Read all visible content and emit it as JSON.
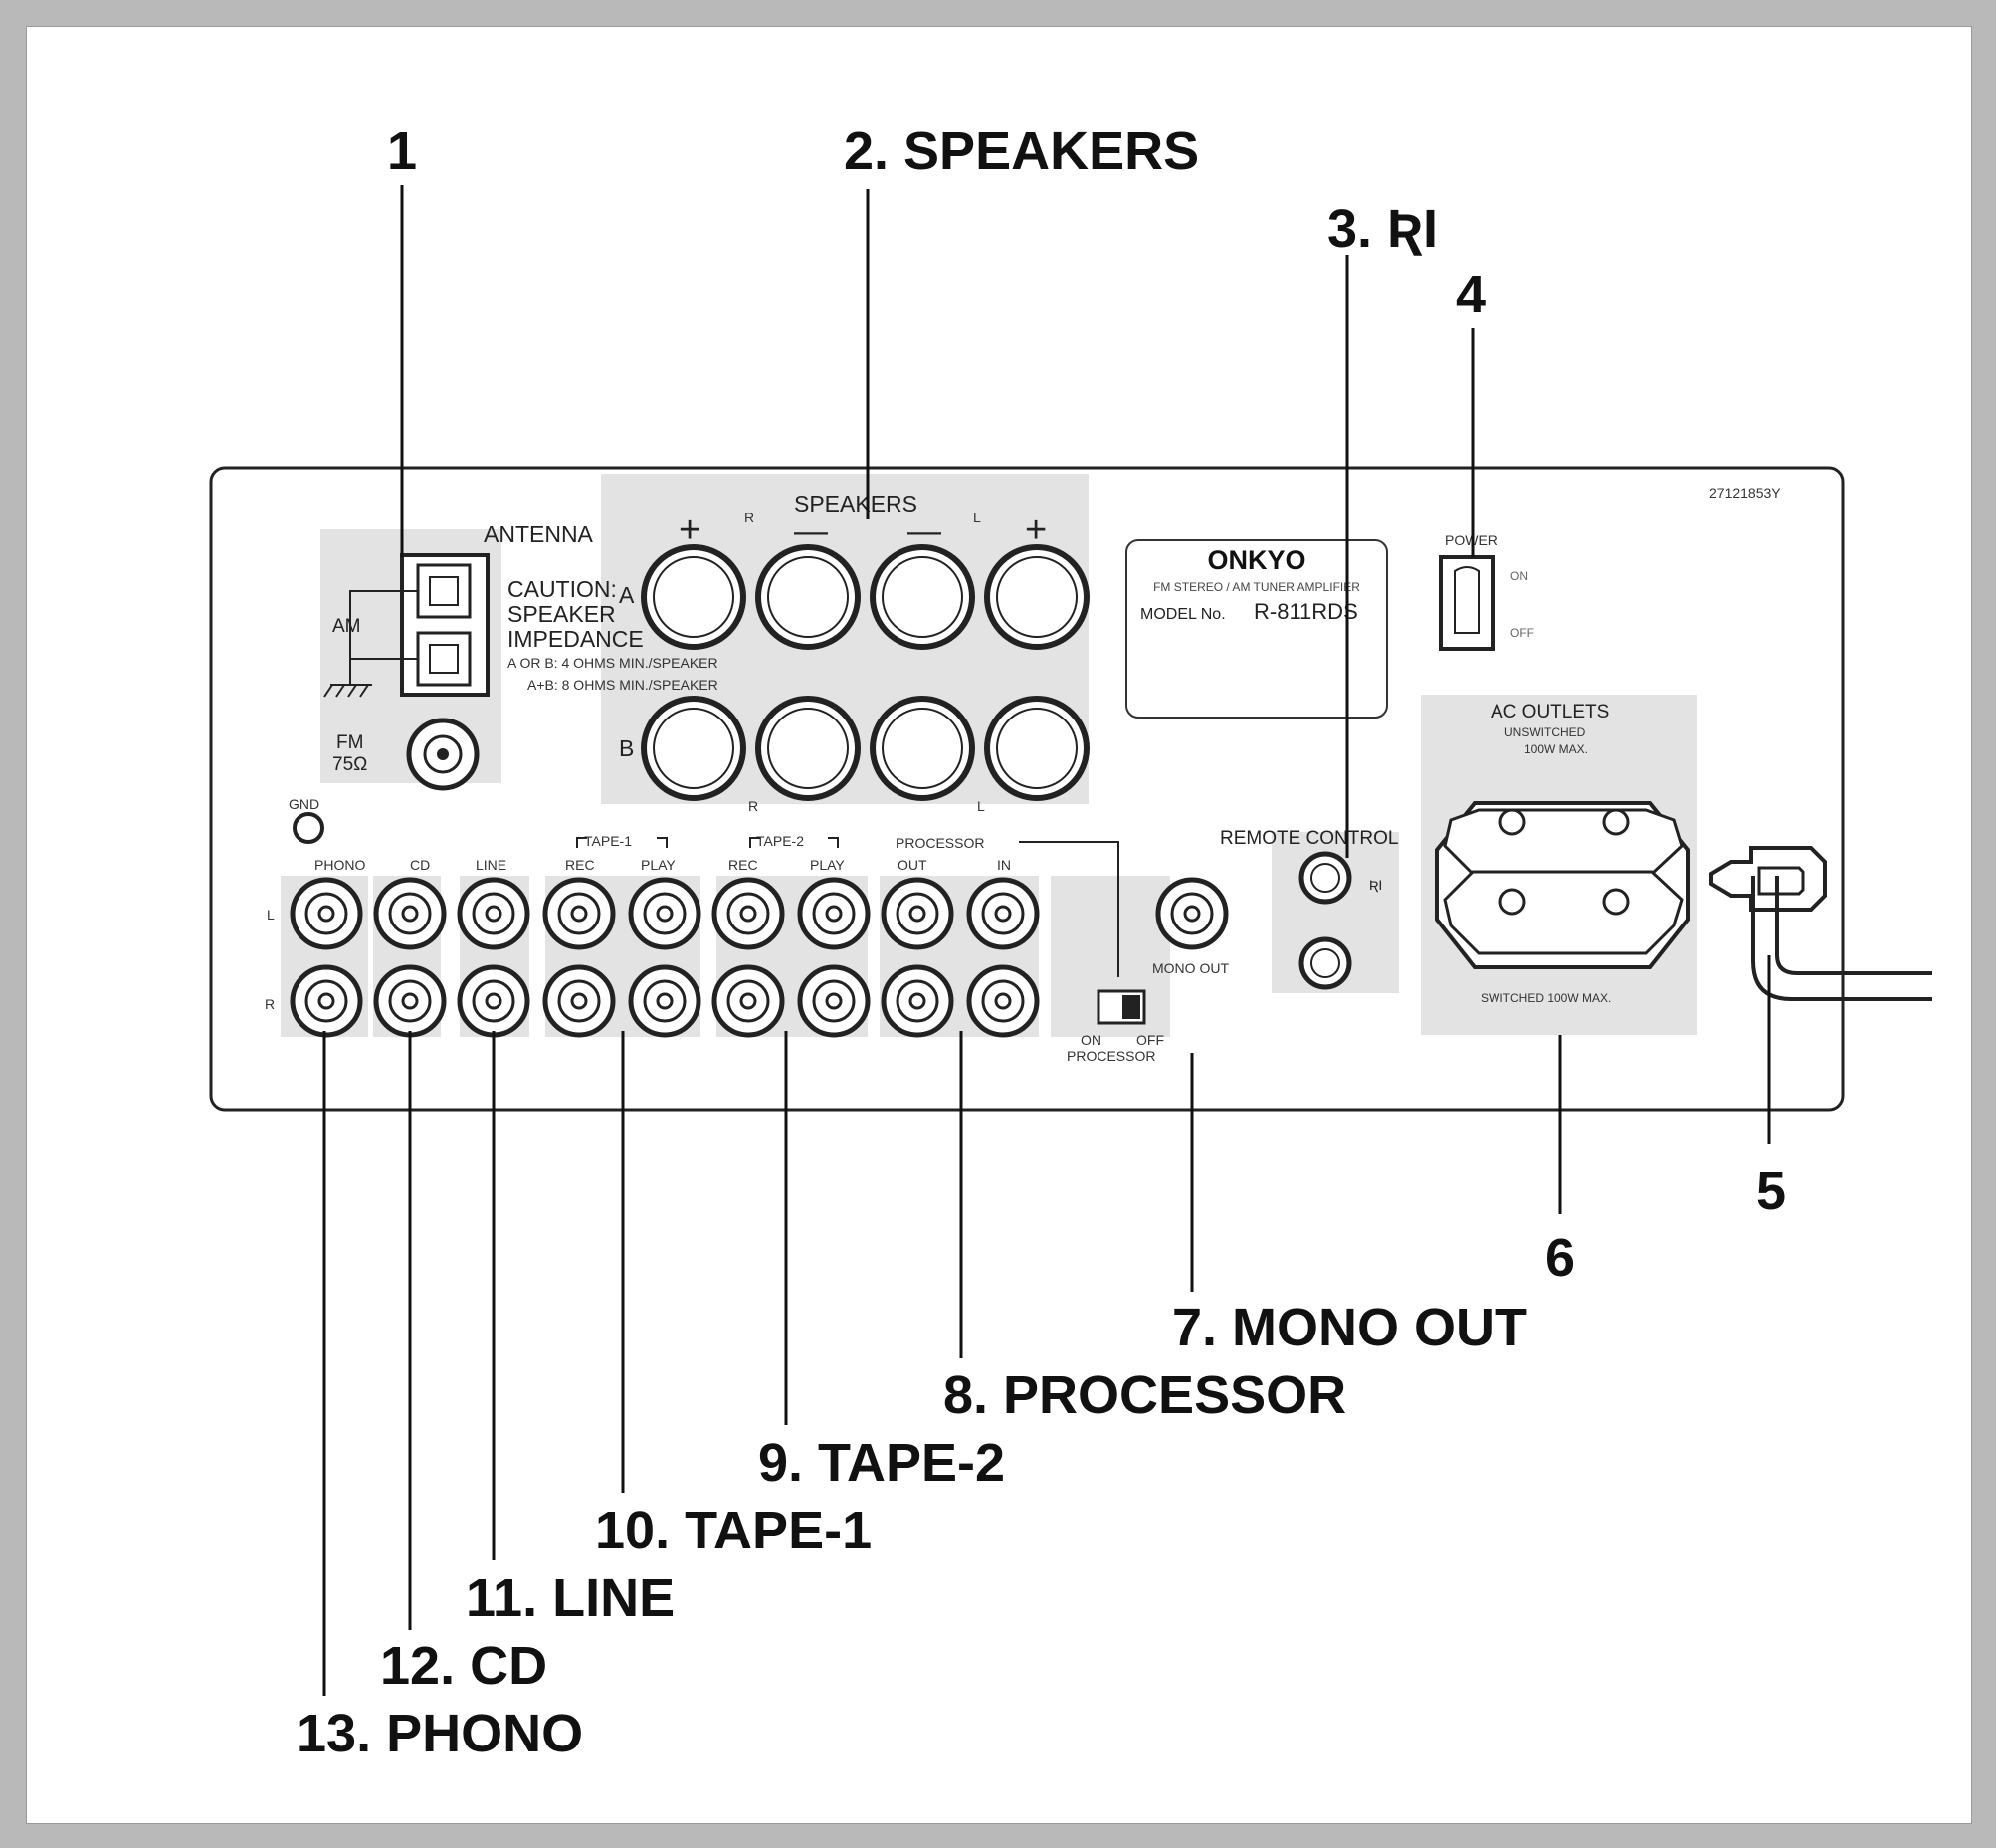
{
  "callouts": {
    "c1": "1",
    "c2": "2.  SPEAKERS",
    "c3": "3.  ƦI",
    "c4": "4",
    "c5": "5",
    "c6": "6",
    "c7": "7.  MONO OUT",
    "c8": "8.  PROCESSOR",
    "c9": "9.  TAPE-2",
    "c10": "10.  TAPE-1",
    "c11": "11.  LINE",
    "c12": "12.  CD",
    "c13": "13.  PHONO"
  },
  "panel": {
    "serial": "27121853Y",
    "antenna": "ANTENNA",
    "am": "AM",
    "fm": "FM",
    "fm_ohm": "75Ω",
    "caution1": "CAUTION:",
    "caution2": "SPEAKER",
    "caution3": "IMPEDANCE",
    "caution4": "A OR B:  4 OHMS MIN./SPEAKER",
    "caution5": "A+B:  8 OHMS MIN./SPEAKER",
    "speakers": "SPEAKERS",
    "plus": "+",
    "minus": "—",
    "r": "R",
    "l": "L",
    "a": "A",
    "b": "B",
    "brand": "ONKYO",
    "model_line1": "FM STEREO / AM TUNER AMPLIFIER",
    "model_prefix": "MODEL No.",
    "model_no": "R-811RDS",
    "power": "POWER",
    "on": "ON",
    "off": "OFF",
    "ac_outlets": "AC OUTLETS",
    "unswitched": "UNSWITCHED",
    "max100": "100W MAX.",
    "switched": "SWITCHED 100W MAX.",
    "remote_control": "REMOTE CONTROL",
    "ri": "ƦI",
    "gnd": "GND",
    "phono": "PHONO",
    "cd": "CD",
    "line": "LINE",
    "tape1": "TAPE-1",
    "tape2": "TAPE-2",
    "rec": "REC",
    "play": "PLAY",
    "processor": "PROCESSOR",
    "out": "OUT",
    "in": "IN",
    "mono_out": "MONO OUT",
    "proc_on": "ON",
    "proc_off": "OFF",
    "proc_label": "PROCESSOR"
  }
}
